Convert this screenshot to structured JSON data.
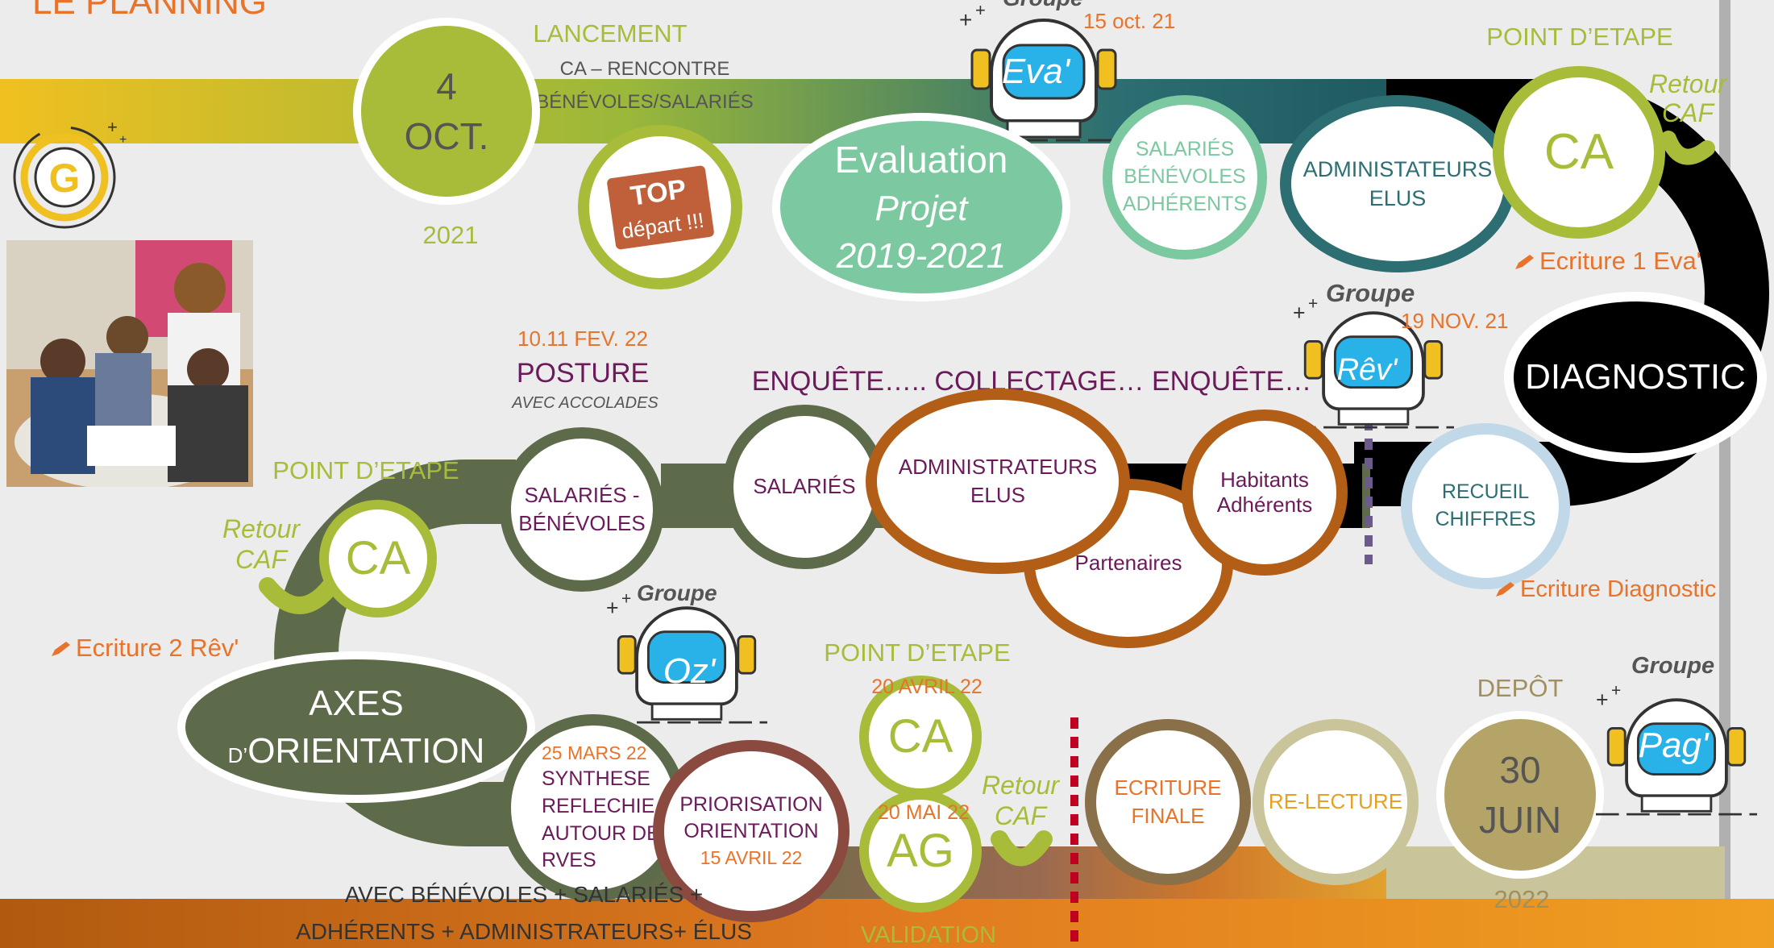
{
  "title": "LE PLANNING",
  "launch": {
    "label": "LANCEMENT",
    "subtitle_1": "CA – RENCONTRE",
    "subtitle_2": "BÉNÉVOLES/SALARIÉS",
    "day": "4",
    "month": "OCT.",
    "year": "2021",
    "sticker_1": "TOP",
    "sticker_2": "départ !!!"
  },
  "eva": {
    "group": "Groupe",
    "badge": "Eva'",
    "date": "15 oct. 21"
  },
  "evaluation": {
    "line_1": "Evaluation",
    "line_2": "Projet",
    "line_3": "2019-2021"
  },
  "eval_participants": {
    "line_1": "SALARIÉS",
    "line_2": "BÉNÉVOLES",
    "line_3": "ADHÉRENTS"
  },
  "eval_admin": {
    "line_1": "ADMINISTATEURS",
    "line_2": "ELUS"
  },
  "point_1": {
    "label": "POINT D’ETAPE",
    "circle": "CA",
    "retour_1": "Retour",
    "retour_2": "CAF",
    "ecriture": "Ecriture 1 Eva'"
  },
  "diagnostic": "DIAGNOSTIC",
  "rev": {
    "group": "Groupe",
    "badge": "Rêv'",
    "date": "19 NOV. 21"
  },
  "recueil": {
    "line_1": "RECUEIL",
    "line_2": "CHIFFRES",
    "ecriture": "Ecriture Diagnostic"
  },
  "enquete": "ENQUÊTE….. COLLECTAGE… ENQUÊTE…",
  "posture": {
    "date": "10.11 FEV. 22",
    "title": "POSTURE",
    "subtitle": "AVEC ACCOLADES"
  },
  "middle": {
    "salaries_benevoles_1": "SALARIÉS -",
    "salaries_benevoles_2": "BÉNÉVOLES",
    "salaries": "SALARIÉS",
    "admin_1": "ADMINISTRATEURS",
    "admin_2": "ELUS",
    "partenaires": "Partenaires",
    "habitants_1": "Habitants",
    "habitants_2": "Adhérents"
  },
  "point_2": {
    "label": "POINT D’ETAPE",
    "circle": "CA",
    "retour_1": "Retour",
    "retour_2": "CAF",
    "ecriture": "Ecriture 2 Rêv'"
  },
  "axes": {
    "line_1": "AXES",
    "line_2_small": "D’",
    "line_2": "ORIENTATION"
  },
  "oz": {
    "group": "Groupe",
    "badge": "Oz'"
  },
  "synthese": {
    "date": "25 MARS 22",
    "line_1": "SYNTHESE",
    "line_2": "REFLECHIE",
    "line_3": "AUTOUR DES",
    "line_4": "RVES"
  },
  "priorisation": {
    "line_1": "PRIORISATION",
    "line_2": "ORIENTATION",
    "date": "15 AVRIL 22"
  },
  "point_3": {
    "label": "POINT D’ETAPE",
    "date_ca": "20 AVRIL 22",
    "circle_ca": "CA",
    "date_ag": "20 MAI 22",
    "circle_ag": "AG",
    "retour_1": "Retour",
    "retour_2": "CAF",
    "validation": "VALIDATION"
  },
  "bottom_text": {
    "line_1": "AVEC BÉNÉVOLES + SALARIÉS +",
    "line_2": "ADHÉRENTS + ADMINISTRATEURS+ ÉLUS"
  },
  "ecriture_finale": {
    "line_1": "ECRITURE",
    "line_2": "FINALE"
  },
  "relecture": "RE-LECTURE",
  "depot": {
    "label": "DEPÔT",
    "day": "30",
    "month": "JUIN",
    "year": "2022"
  },
  "pag": {
    "group": "Groupe",
    "badge": "Pag'"
  },
  "logo_letter": "G",
  "colors": {
    "orange": "#e8732a",
    "olive": "#a8bc3a",
    "dark_olive": "#5e6b4a",
    "teal": "#2c6e72",
    "brown": "#b35e16",
    "purple": "#6b1a5a",
    "black": "#000000",
    "tan": "#b5a468"
  }
}
